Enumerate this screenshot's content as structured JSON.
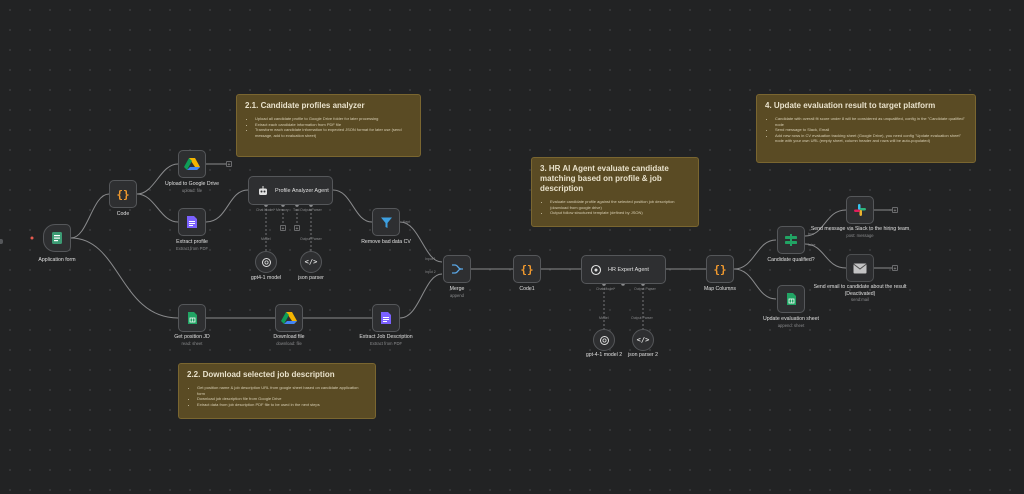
{
  "notes": {
    "n21": {
      "title": "2.1. Candidate profiles analyzer",
      "items": [
        "Upload all candidate profile to Google Drive folder for later processing",
        "Extract each candidate information from PDF file",
        "Transform each candidate information to expected JSON format for later use (send message, add to evaluation sheet)"
      ]
    },
    "n22": {
      "title": "2.2. Download selected job description",
      "items": [
        "Get position name & job description URL from google sheet based on candidate application form",
        "Download job description file from Google Drive",
        "Extract data from job description PDF file to be used in the next steps"
      ]
    },
    "n3": {
      "title": "3. HR AI Agent evaluate candidate matching based on profile & job description",
      "items": [
        "Evaluate candidate profile against the selected position job description (download from google drive)",
        "Output follow structured template (defined by JSON)"
      ]
    },
    "n4": {
      "title": "4. Update evaluation result to target platform",
      "items": [
        "Candidate with overall fit score under 8 will be considered as unqualified, config in the \"Candidate qualified\" node",
        "Send message to Slack, Email",
        "Add new rows in CV evaluation tracking sheet (Google Drive), you need config \"Update evaluation sheet\" node with your own URL (empty sheet, column header and rows will be auto-populated)"
      ]
    }
  },
  "nodes": {
    "application_form": {
      "label": "Application form"
    },
    "code": {
      "label": "Code"
    },
    "upload_drive": {
      "label": "Upload to Google Drive",
      "sub": "upload: file"
    },
    "extract_profile": {
      "label": "Extract profile",
      "sub": "Extract from PDF"
    },
    "profile_agent": {
      "label": "Profile Analyzer Agent"
    },
    "gpt41_model": {
      "label": "gpt4-1 model"
    },
    "json_parser": {
      "label": "json parser"
    },
    "remove_bad_cv": {
      "label": "Remove bad data CV"
    },
    "get_position_jd": {
      "label": "Get position JD",
      "sub": "read: sheet"
    },
    "download_file": {
      "label": "Download file",
      "sub": "download: file"
    },
    "extract_jd": {
      "label": "Extract Job Description",
      "sub": "Extract from PDF"
    },
    "merge": {
      "label": "Merge",
      "sub": "append"
    },
    "code1": {
      "label": "Code1"
    },
    "hr_agent": {
      "label": "HR Expert Agent"
    },
    "gpt41_model2": {
      "label": "gpt-4-1 model 2"
    },
    "json_parser2": {
      "label": "json parser 2"
    },
    "map_columns": {
      "label": "Map Columns"
    },
    "candidate_qualified": {
      "label": "Candidate qualified?"
    },
    "update_eval": {
      "label": "Update evaluation sheet",
      "sub": "append: sheet"
    },
    "send_slack": {
      "label": "Send message via Slack to the hiring team",
      "sub": "post: message"
    },
    "send_email": {
      "label": "Send email to candidate about the result (Deactivated)",
      "sub": "send:mail"
    }
  },
  "ports": {
    "chat_model": "Chat Model*",
    "memory": "Memory",
    "tool": "Tool",
    "output_parser": "Output Parser",
    "model": "Model",
    "parser": "Parser",
    "kept": "Kept",
    "input1": "Input 1",
    "input2": "Input 2",
    "true": "true",
    "false": "false"
  },
  "icons": {
    "code": "braces-icon",
    "drive": "google-drive-icon",
    "pdf": "file-extract-icon",
    "robot": "robot-icon",
    "openai": "openai-icon",
    "parser": "code-tag-icon",
    "filter": "filter-icon",
    "sheets": "google-sheets-icon",
    "merge": "merge-icon",
    "agent": "agent-icon",
    "if": "if-icon",
    "slack": "slack-icon",
    "email": "email-icon",
    "form": "form-icon"
  },
  "colors": {
    "note": "#5a4b24",
    "wire": "#8a8b8d",
    "code": "#f29a2e",
    "sheets": "#21a464",
    "pdf": "#7b61ff",
    "trigger": "#e85a4f"
  }
}
